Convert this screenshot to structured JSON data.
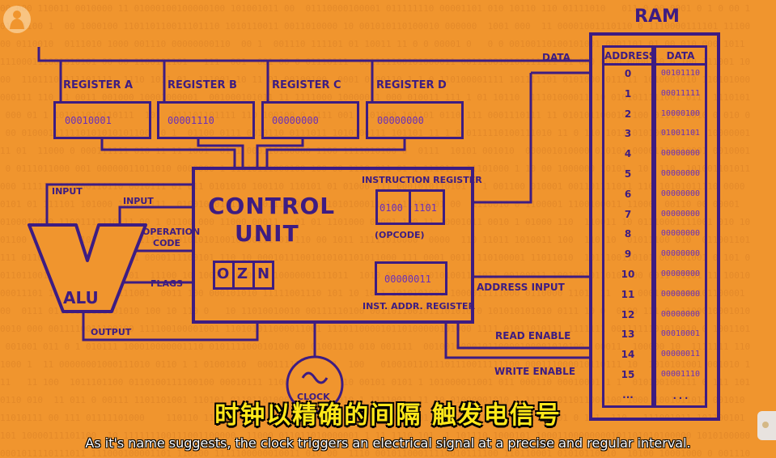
{
  "ram": {
    "title": "RAM",
    "header_address": "ADDRESS",
    "header_data": "DATA",
    "rows": [
      {
        "address": "0",
        "data": "00101110"
      },
      {
        "address": "1",
        "data": "00011111"
      },
      {
        "address": "2",
        "data": "10000100"
      },
      {
        "address": "3",
        "data": "01001101"
      },
      {
        "address": "4",
        "data": "00000000"
      },
      {
        "address": "5",
        "data": "00000000"
      },
      {
        "address": "6",
        "data": "00000000"
      },
      {
        "address": "7",
        "data": "00000000"
      },
      {
        "address": "8",
        "data": "00000000"
      },
      {
        "address": "9",
        "data": "00000000"
      },
      {
        "address": "10",
        "data": "00000000"
      },
      {
        "address": "11",
        "data": "00000000"
      },
      {
        "address": "12",
        "data": "00000000"
      },
      {
        "address": "13",
        "data": "00010001"
      },
      {
        "address": "14",
        "data": "00000011"
      },
      {
        "address": "15",
        "data": "00001110"
      },
      {
        "address": "...",
        "data": "..."
      }
    ]
  },
  "registers": [
    {
      "label": "REGISTER A",
      "value": "00010001"
    },
    {
      "label": "REGISTER B",
      "value": "00001110"
    },
    {
      "label": "REGISTER C",
      "value": "00000000"
    },
    {
      "label": "REGISTER D",
      "value": "00000000"
    }
  ],
  "control_unit": {
    "title_line1": "CONTROL",
    "title_line2": "UNIT",
    "instruction_register_label": "INSTRUCTION REGISTER",
    "instruction_opcode": "0100",
    "instruction_address": "1101",
    "opcode_label": "(OPCODE)",
    "inst_addr_value": "00000011",
    "inst_addr_label": "INST. ADDR. REGISTER",
    "flags": [
      "O",
      "Z",
      "N"
    ]
  },
  "alu": {
    "label": "ALU",
    "input_a_label": "INPUT",
    "input_b_label": "INPUT",
    "operation_code_label_line1": "OPERATION",
    "operation_code_label_line2": "CODE",
    "flags_label": "FLAGS",
    "output_label": "OUTPUT"
  },
  "bus_labels": {
    "data": "DATA",
    "address_input": "ADDRESS INPUT",
    "read_enable": "READ ENABLE",
    "write_enable": "WRITE ENABLE"
  },
  "clock": {
    "label": "CLOCK"
  },
  "subtitles": {
    "chinese": "时钟以精确的间隔  触发电信号",
    "english": "As it's name suggests, the clock triggers an electrical signal at a precise and regular interval."
  },
  "colors": {
    "background": "#f0952e",
    "line": "#3d1c82",
    "value_text": "#6a2fb8",
    "subtitle_zh": "#ffe81a",
    "subtitle_en": "#ffffff"
  }
}
